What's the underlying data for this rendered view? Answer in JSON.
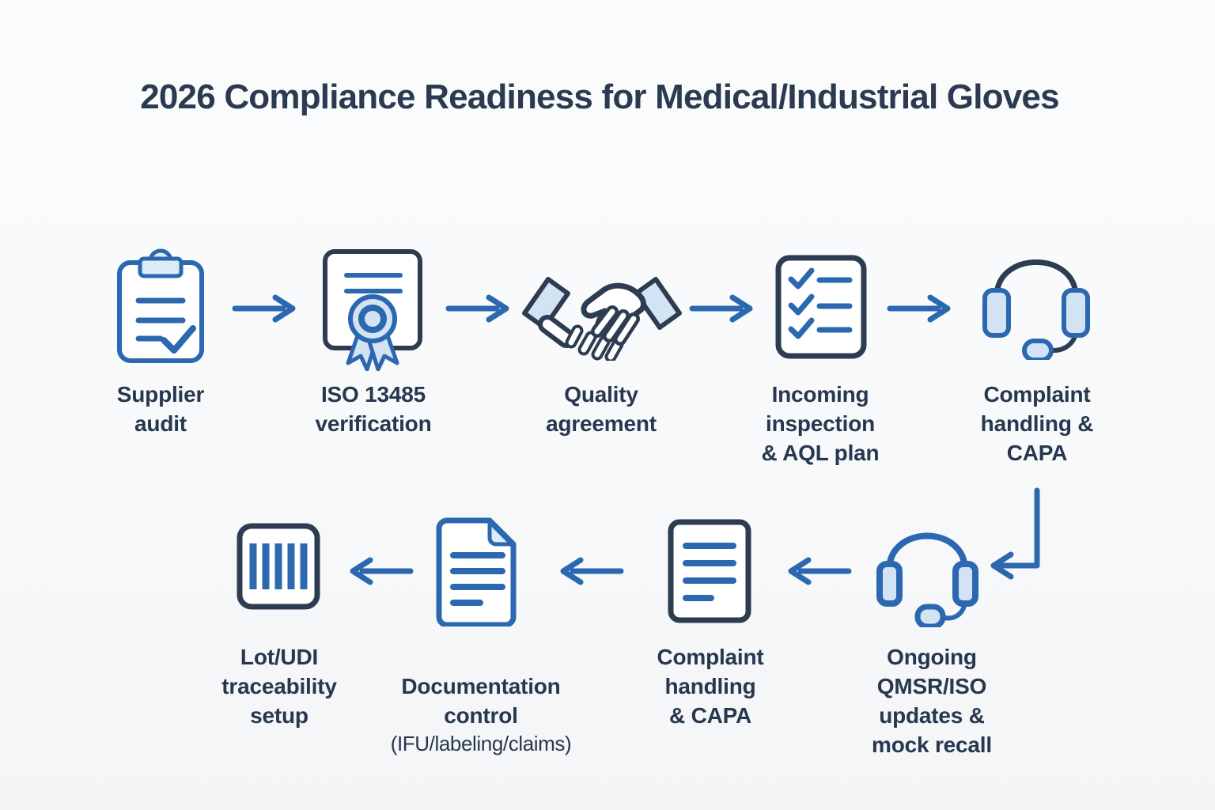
{
  "title": "2026 Compliance Readiness for Medical/Industrial Gloves",
  "colors": {
    "primary_blue": "#2b68af",
    "dark_navy": "#2d3c50",
    "light_blue_fill": "#d3e3f3",
    "label_text": "#27374f",
    "background": "#f7f9fa"
  },
  "steps": [
    {
      "icon": "clipboard-check-icon",
      "label": "Supplier\naudit"
    },
    {
      "icon": "certificate-icon",
      "label": "ISO 13485\nverification"
    },
    {
      "icon": "handshake-icon",
      "label": "Quality\nagreement"
    },
    {
      "icon": "checklist-icon",
      "label": "Incoming\ninspection\n& AQL plan"
    },
    {
      "icon": "headset-icon",
      "label": "Complaint\nhandling &\nCAPA"
    },
    {
      "icon": "headset-icon",
      "label": "Ongoing\nQMSR/ISO\nupdates &\nmock recall"
    },
    {
      "icon": "document-icon",
      "label": "Complaint\nhandling\n& CAPA"
    },
    {
      "icon": "document-fold-icon",
      "label": "Documentation\ncontrol",
      "sublabel": "(IFU/labeling/claims)"
    },
    {
      "icon": "barcode-icon",
      "label": "Lot/UDI\ntraceability\nsetup"
    }
  ],
  "flow": [
    {
      "from": 1,
      "to": 2,
      "direction": "right"
    },
    {
      "from": 2,
      "to": 3,
      "direction": "right"
    },
    {
      "from": 3,
      "to": 4,
      "direction": "right"
    },
    {
      "from": 4,
      "to": 5,
      "direction": "right"
    },
    {
      "from": 5,
      "to": 6,
      "direction": "down-left"
    },
    {
      "from": 6,
      "to": 7,
      "direction": "left"
    },
    {
      "from": 7,
      "to": 8,
      "direction": "left"
    },
    {
      "from": 8,
      "to": 9,
      "direction": "left"
    }
  ]
}
